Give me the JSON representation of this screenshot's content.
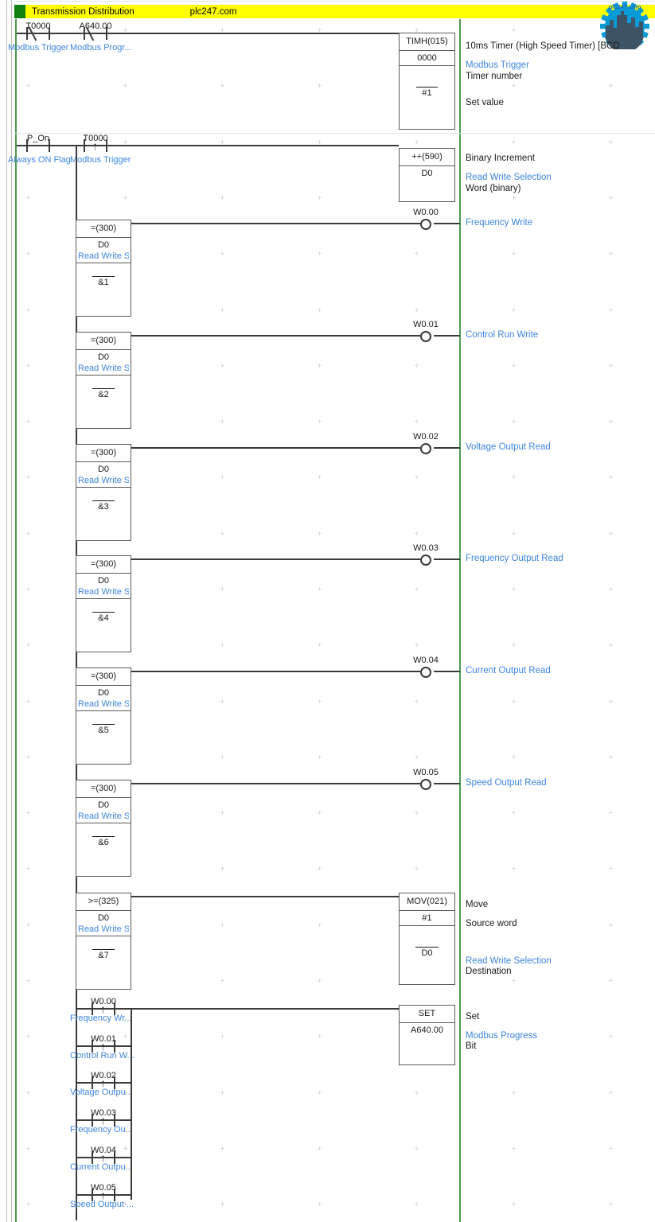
{
  "titlebar": {
    "title": "Transmission Distribution",
    "brand": "plc247.com",
    "swatch_color": "#108010",
    "bg_color": "#ffff00"
  },
  "logo": {
    "name": "plc247-gear-logo",
    "text": "plc247.com",
    "gear_color": "#0a9ad6",
    "skyline_color": "#3d5366"
  },
  "colors": {
    "rail": "#4f9a52",
    "wire": "#3a3a3a",
    "symbol_text": "#3d86e0",
    "address_text": "#1a1a1a",
    "grid_dot": "#dcdcdc"
  },
  "rungs": [
    {
      "id": "rung-1",
      "contacts": [
        {
          "address": "T0000",
          "symbol": "Modbus Trigger",
          "type": "normally-closed"
        },
        {
          "address": "A640.00",
          "symbol": "Modbus Progr...",
          "type": "normally-closed"
        }
      ],
      "block": {
        "instruction": "TIMH(015)",
        "comment": "10ms Timer (High Speed Timer) [BCD",
        "operands": [
          {
            "value": "0000",
            "symbol": "Modbus Trigger",
            "comment": "Timer number",
            "overline": false
          },
          {
            "value": "#1",
            "symbol": "",
            "comment": "Set value",
            "overline": true
          }
        ]
      }
    },
    {
      "id": "rung-2",
      "contacts": [
        {
          "address": "P_On",
          "symbol": "Always ON Flag",
          "type": "normally-open"
        },
        {
          "address": "T0000",
          "symbol": "Modbus Trigger",
          "type": "rising-edge"
        }
      ],
      "block": {
        "instruction": "++(590)",
        "comment": "Binary Increment",
        "operands": [
          {
            "value": "D0",
            "symbol": "Read Write Selection",
            "comment": "Word (binary)",
            "overline": false
          }
        ]
      },
      "branches": [
        {
          "compare": {
            "instruction": "=(300)",
            "operand": "D0",
            "operand_symbol": "Read Write S...",
            "constant": "&1"
          },
          "coil": {
            "address": "W0.00",
            "symbol": "Frequency Write"
          }
        },
        {
          "compare": {
            "instruction": "=(300)",
            "operand": "D0",
            "operand_symbol": "Read Write S...",
            "constant": "&2"
          },
          "coil": {
            "address": "W0.01",
            "symbol": "Control Run Write"
          }
        },
        {
          "compare": {
            "instruction": "=(300)",
            "operand": "D0",
            "operand_symbol": "Read Write S...",
            "constant": "&3"
          },
          "coil": {
            "address": "W0.02",
            "symbol": "Voltage Output Read"
          }
        },
        {
          "compare": {
            "instruction": "=(300)",
            "operand": "D0",
            "operand_symbol": "Read Write S...",
            "constant": "&4"
          },
          "coil": {
            "address": "W0.03",
            "symbol": "Frequency Output Read"
          }
        },
        {
          "compare": {
            "instruction": "=(300)",
            "operand": "D0",
            "operand_symbol": "Read Write S...",
            "constant": "&5"
          },
          "coil": {
            "address": "W0.04",
            "symbol": "Current Output Read"
          }
        },
        {
          "compare": {
            "instruction": "=(300)",
            "operand": "D0",
            "operand_symbol": "Read Write S...",
            "constant": "&6"
          },
          "coil": {
            "address": "W0.05",
            "symbol": "Speed Output Read"
          }
        }
      ],
      "mov_branch": {
        "compare": {
          "instruction": ">=(325)",
          "operand": "D0",
          "operand_symbol": "Read Write S...",
          "constant": "&7"
        },
        "block": {
          "instruction": "MOV(021)",
          "comment": "Move",
          "operands": [
            {
              "value": "#1",
              "symbol": "",
              "comment": "Source word",
              "overline": false
            },
            {
              "value": "D0",
              "symbol": "Read Write Selection",
              "comment": "Destination",
              "overline": true
            }
          ]
        }
      },
      "set_branch": {
        "contacts": [
          {
            "address": "W0.00",
            "symbol": "Frequency Wr...",
            "type": "rising-edge"
          },
          {
            "address": "W0.01",
            "symbol": "Control Run W...",
            "type": "rising-edge"
          },
          {
            "address": "W0.02",
            "symbol": "Voltage Outpu...",
            "type": "rising-edge"
          },
          {
            "address": "W0.03",
            "symbol": "Frequency Ou...",
            "type": "rising-edge"
          },
          {
            "address": "W0.04",
            "symbol": "Current Outpu...",
            "type": "rising-edge"
          },
          {
            "address": "W0.05",
            "symbol": "Speed Output ...",
            "type": "rising-edge"
          }
        ],
        "block": {
          "instruction": "SET",
          "comment": "Set",
          "operands": [
            {
              "value": "A640.00",
              "symbol": "Modbus Progress",
              "comment": "Bit",
              "overline": false
            }
          ]
        }
      }
    }
  ]
}
